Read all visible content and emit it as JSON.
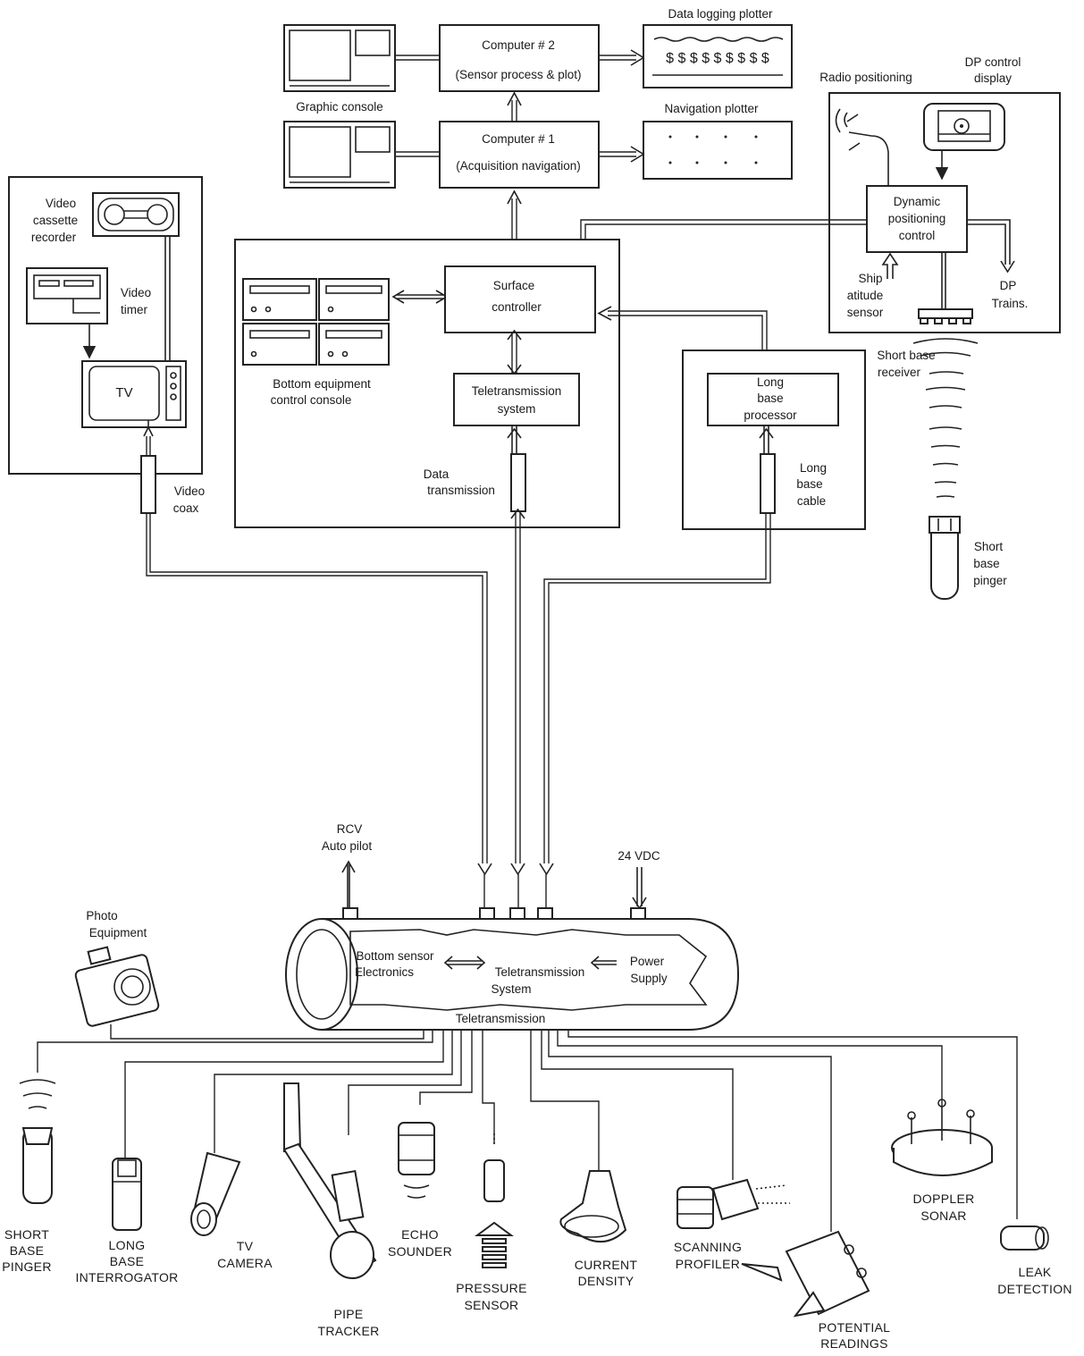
{
  "top": {
    "computer2": {
      "line1": "Computer # 2",
      "line2": "(Sensor process & plot)"
    },
    "computer1": {
      "line1": "Computer # 1",
      "line2": "(Acquisition navigation)"
    },
    "data_logging_plotter": "Data logging plotter",
    "navigation_plotter": "Navigation plotter",
    "graphic_console": "Graphic console"
  },
  "dp": {
    "radio_positioning": "Radio positioning",
    "dp_control_display": [
      "DP control",
      "display"
    ],
    "dynamic_positioning_control": [
      "Dynamic",
      "positioning",
      "control"
    ],
    "ship_attitude_sensor": [
      "Ship",
      "atitude",
      "sensor"
    ],
    "dp_trains": [
      "DP",
      "Trains."
    ]
  },
  "video": {
    "cassette_recorder": [
      "Video",
      "cassette",
      "recorder"
    ],
    "timer": [
      "Video",
      "timer"
    ],
    "tv": "TV",
    "coax": [
      "Video",
      "coax"
    ]
  },
  "surface": {
    "controller": [
      "Surface",
      "controller"
    ],
    "bottom_console": [
      "Bottom equipment",
      "control console"
    ],
    "teletransmission": [
      "Teletransmission",
      "system"
    ],
    "data_transmission": [
      "Data",
      "transmission"
    ]
  },
  "long_base": {
    "processor": [
      "Long",
      "base",
      "processor"
    ],
    "cable": [
      "Long",
      "base",
      "cable"
    ]
  },
  "short_base": {
    "receiver": [
      "Short base",
      "receiver"
    ],
    "pinger": [
      "Short",
      "base",
      "pinger"
    ]
  },
  "vehicle": {
    "rcv_autopilot": [
      "RCV",
      "Auto pilot"
    ],
    "power_24vdc": "24 VDC",
    "photo_equipment": [
      "Photo",
      "Equipment"
    ],
    "bottom_sensor": [
      "Bottom sensor",
      "Electronics"
    ],
    "teletransmission_system": [
      "Teletransmission",
      "System"
    ],
    "power_supply": [
      "Power",
      "Supply"
    ],
    "teletransmission": "Teletransmission"
  },
  "sensors": {
    "short_base_pinger": [
      "SHORT",
      "BASE",
      "PINGER"
    ],
    "long_base_interrogator": [
      "LONG",
      "BASE",
      "INTERROGATOR"
    ],
    "tv_camera": [
      "TV",
      "CAMERA"
    ],
    "pipe_tracker": [
      "PIPE",
      "TRACKER"
    ],
    "echo_sounder": [
      "ECHO",
      "SOUNDER"
    ],
    "pressure_sensor": [
      "PRESSURE",
      "SENSOR"
    ],
    "current_density": [
      "CURRENT",
      "DENSITY"
    ],
    "scanning_profiler": [
      "SCANNING",
      "PROFILER"
    ],
    "potential_readings": [
      "POTENTIAL",
      "READINGS"
    ],
    "doppler_sonar": [
      "DOPPLER",
      "SONAR"
    ],
    "leak_detection": [
      "LEAK",
      "DETECTION"
    ]
  },
  "colors": {
    "ink": "#1a1a1a",
    "paper": "#ffffff"
  }
}
